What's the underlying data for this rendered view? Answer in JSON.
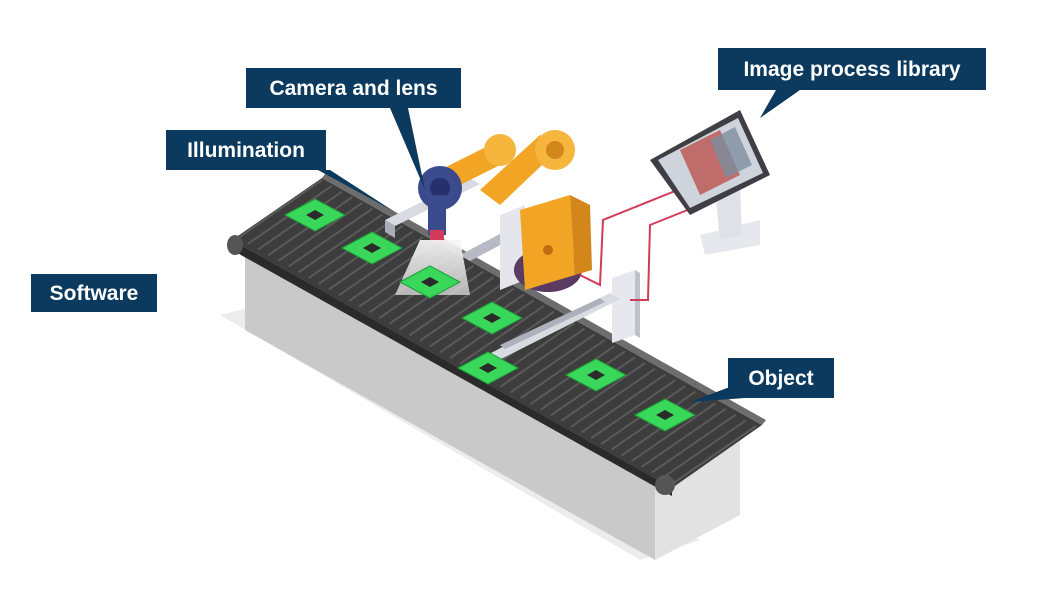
{
  "labels": {
    "camera": "Camera and lens",
    "illumination": "Illumination",
    "image_library": "Image process library",
    "software": "Software",
    "object": "Object"
  },
  "colors": {
    "label_bg": "#0b3a5e",
    "belt": "#3d3d3d",
    "robot": "#f2a524",
    "board": "#39d75a",
    "cable": "#d23c5a"
  }
}
